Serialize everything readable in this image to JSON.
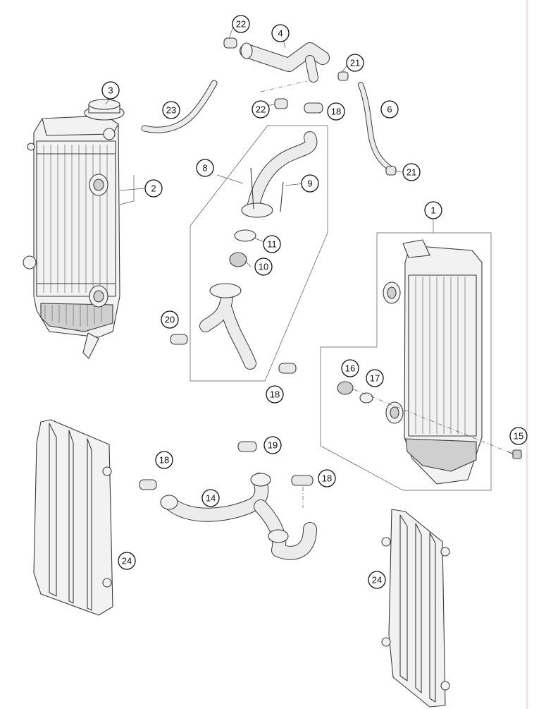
{
  "callouts": [
    {
      "id": "1",
      "label": "1"
    },
    {
      "id": "2",
      "label": "2"
    },
    {
      "id": "3",
      "label": "3"
    },
    {
      "id": "4",
      "label": "4"
    },
    {
      "id": "6",
      "label": "6"
    },
    {
      "id": "8",
      "label": "8"
    },
    {
      "id": "9",
      "label": "9"
    },
    {
      "id": "10",
      "label": "10"
    },
    {
      "id": "11",
      "label": "11"
    },
    {
      "id": "14",
      "label": "14"
    },
    {
      "id": "15",
      "label": "15"
    },
    {
      "id": "16",
      "label": "16"
    },
    {
      "id": "17",
      "label": "17"
    },
    {
      "id": "18a",
      "label": "18"
    },
    {
      "id": "18b",
      "label": "18"
    },
    {
      "id": "18c",
      "label": "18"
    },
    {
      "id": "18d",
      "label": "18"
    },
    {
      "id": "19",
      "label": "19"
    },
    {
      "id": "20",
      "label": "20"
    },
    {
      "id": "21a",
      "label": "21"
    },
    {
      "id": "21b",
      "label": "21"
    },
    {
      "id": "22a",
      "label": "22"
    },
    {
      "id": "22b",
      "label": "22"
    },
    {
      "id": "23",
      "label": "23"
    },
    {
      "id": "24a",
      "label": "24"
    },
    {
      "id": "24b",
      "label": "24"
    }
  ]
}
